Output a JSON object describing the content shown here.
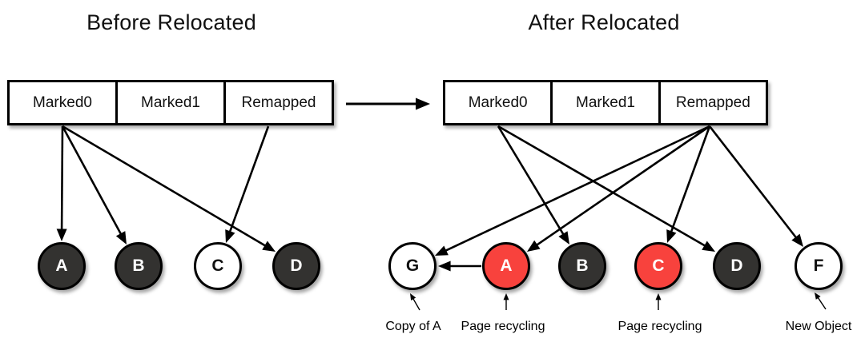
{
  "diagram": {
    "before": {
      "title": "Before Relocated",
      "view_fields": [
        "Marked0",
        "Marked1",
        "Remapped"
      ],
      "objects": [
        {
          "label": "A",
          "fill": "dark"
        },
        {
          "label": "B",
          "fill": "dark"
        },
        {
          "label": "C",
          "fill": "white"
        },
        {
          "label": "D",
          "fill": "dark"
        }
      ]
    },
    "after": {
      "title": "After Relocated",
      "view_fields": [
        "Marked0",
        "Marked1",
        "Remapped"
      ],
      "objects": [
        {
          "label": "G",
          "fill": "white",
          "note": "Copy of A"
        },
        {
          "label": "A",
          "fill": "red",
          "note": "Page recycling"
        },
        {
          "label": "B",
          "fill": "dark",
          "note": ""
        },
        {
          "label": "C",
          "fill": "red",
          "note": "Page recycling"
        },
        {
          "label": "D",
          "fill": "dark",
          "note": ""
        },
        {
          "label": "F",
          "fill": "white",
          "note": "New Object"
        }
      ]
    },
    "colors": {
      "object_dark": "#333230",
      "object_red": "#f8423d",
      "object_white": "#ffffff",
      "line": "#000000"
    }
  }
}
